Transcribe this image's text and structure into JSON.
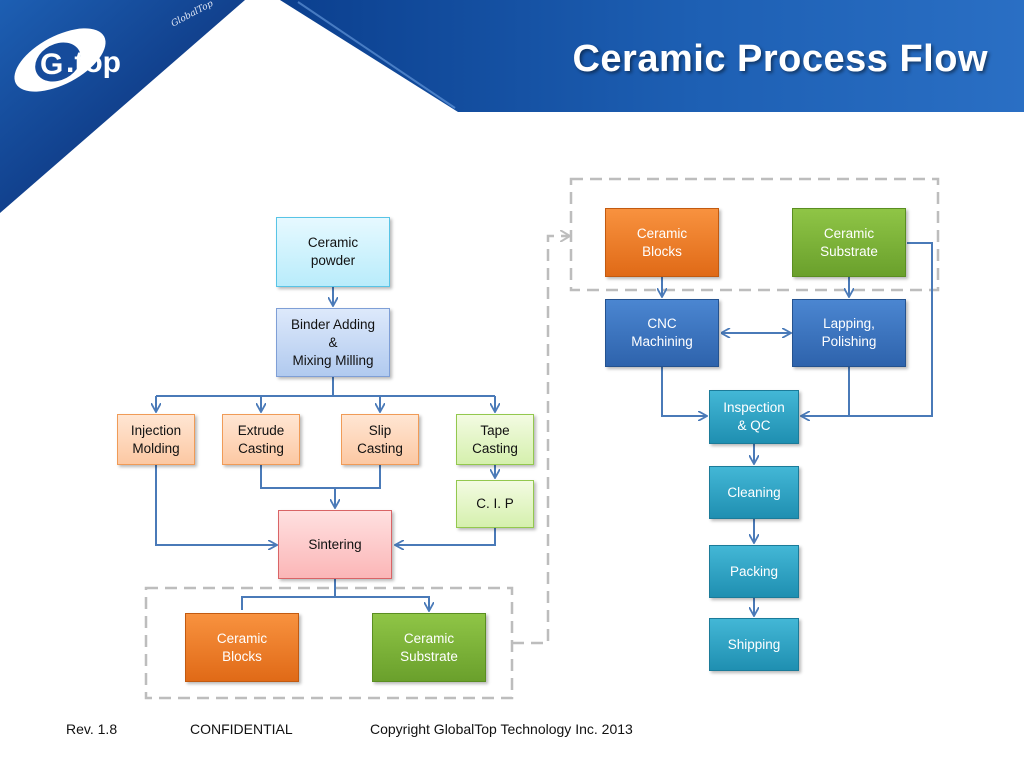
{
  "header": {
    "title": "Ceramic Process Flow",
    "logo_text": ".top",
    "logo_script": "GlobalTop"
  },
  "colors": {
    "banner_blue": "#1e5aa8",
    "banner_dark": "#0b2f6e",
    "arrow": "#4a7ab8",
    "dashed_border": "#bdbdbd"
  },
  "flow": {
    "ceramic_powder": "Ceramic\npowder",
    "binder": "Binder Adding\n&\nMixing Milling",
    "injection": "Injection\nMolding",
    "extrude": "Extrude\nCasting",
    "slip": "Slip\nCasting",
    "tape": "Tape\nCasting",
    "cip": "C. I. P",
    "sintering": "Sintering",
    "blocks_bottom": "Ceramic\nBlocks",
    "substrate_bottom": "Ceramic\nSubstrate",
    "blocks_top": "Ceramic\nBlocks",
    "substrate_top": "Ceramic\nSubstrate",
    "cnc": "CNC\nMachining",
    "lapping": "Lapping,\nPolishing",
    "inspection": "Inspection\n& QC",
    "cleaning": "Cleaning",
    "packing": "Packing",
    "shipping": "Shipping"
  },
  "footer": {
    "rev": "Rev. 1.8",
    "confidential": "CONFIDENTIAL",
    "copyright": "Copyright GlobalTop Technology Inc. 2013"
  }
}
